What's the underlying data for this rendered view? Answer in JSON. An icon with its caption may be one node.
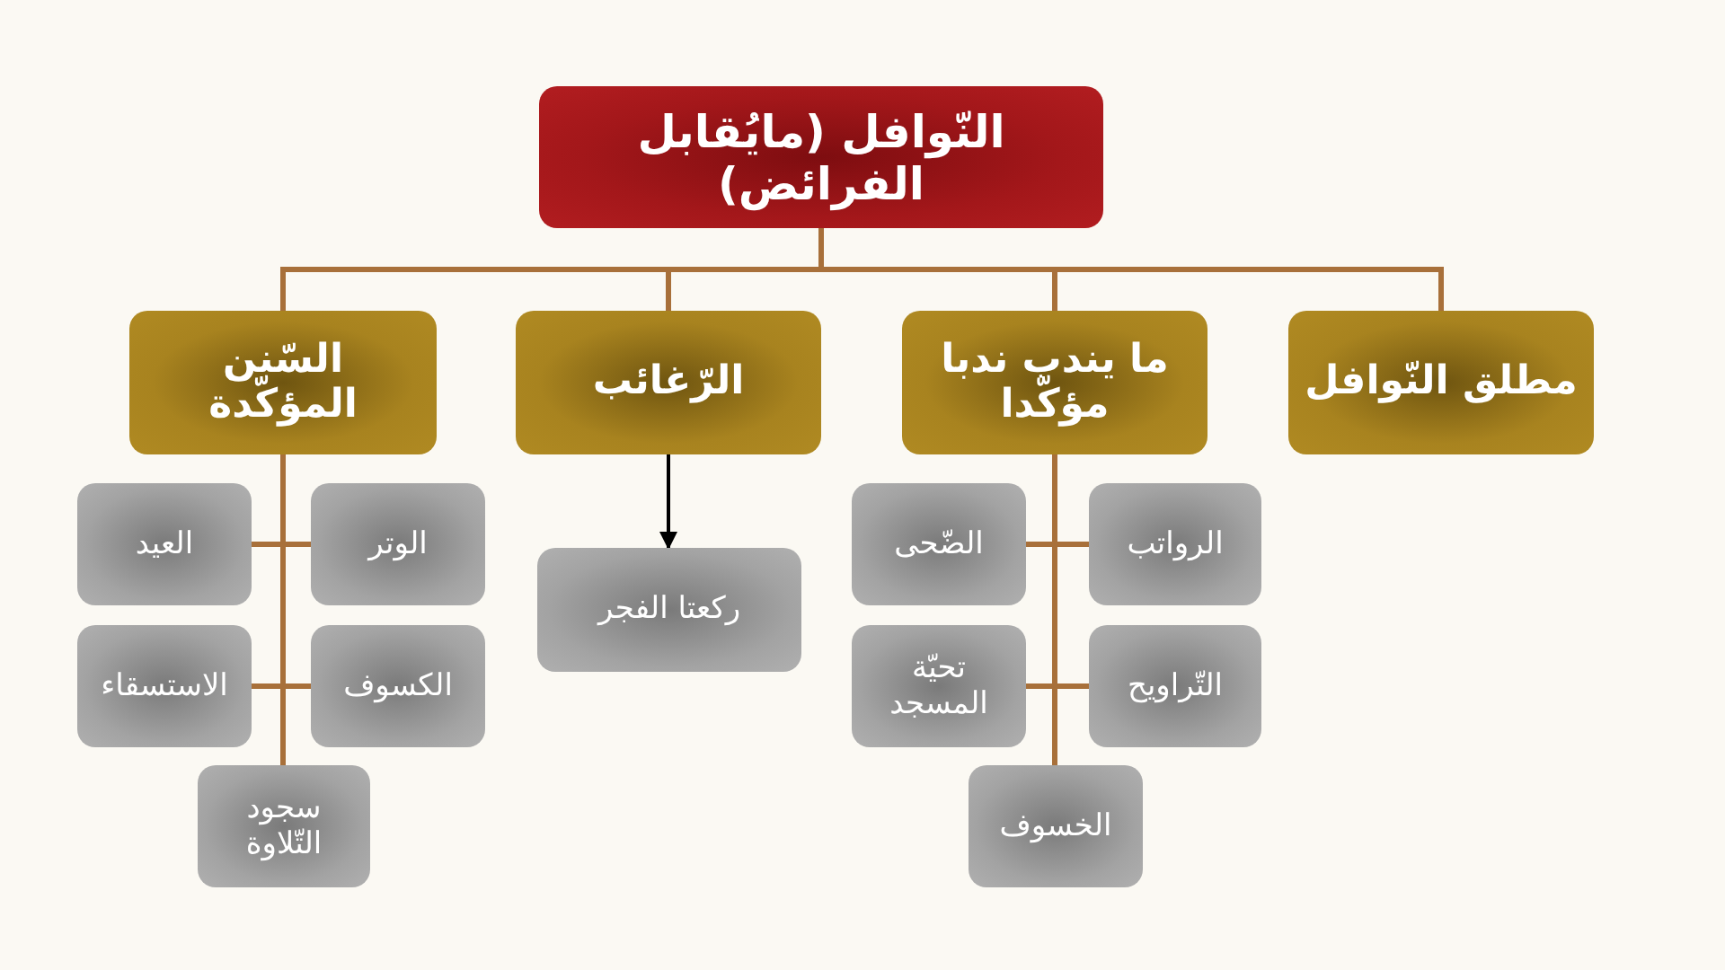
{
  "diagram": {
    "nodes": [
      {
        "text": [
          "النّوافل (مايُقابل الفرائض)"
        ]
      },
      {
        "text": [
          "مطلق النّوافل"
        ]
      },
      {
        "text": [
          "ما يندب ندبا مؤكّدا"
        ]
      },
      {
        "text": [
          "الرّغائب"
        ]
      },
      {
        "text": [
          "السّنن المؤكّدة"
        ]
      },
      {
        "text": [
          "الرواتب"
        ]
      },
      {
        "text": [
          "الضّحى"
        ]
      },
      {
        "text": [
          "التّراويح"
        ]
      },
      {
        "text": [
          "تحيّة المسجد"
        ]
      },
      {
        "text": [
          "الخسوف"
        ]
      },
      {
        "text": [
          "ركعتا الفجر"
        ]
      },
      {
        "text": [
          "الوتر"
        ]
      },
      {
        "text": [
          "العيد"
        ]
      },
      {
        "text": [
          "الكسوف"
        ]
      },
      {
        "text": [
          "الاستسقاء"
        ]
      },
      {
        "text": [
          "سجود التّلاوة"
        ]
      }
    ],
    "edges": [
      {
        "from": 0,
        "to": 1,
        "arrow": "none"
      },
      {
        "from": 0,
        "to": 2,
        "arrow": "none"
      },
      {
        "from": 0,
        "to": 3,
        "arrow": "none"
      },
      {
        "from": 0,
        "to": 4,
        "arrow": "none"
      },
      {
        "from": 2,
        "to": 5,
        "arrow": "none"
      },
      {
        "from": 2,
        "to": 6,
        "arrow": "none"
      },
      {
        "from": 2,
        "to": 7,
        "arrow": "none"
      },
      {
        "from": 2,
        "to": 8,
        "arrow": "none"
      },
      {
        "from": 2,
        "to": 9,
        "arrow": "none"
      },
      {
        "from": 3,
        "to": 10,
        "arrow": "to",
        "color": "#000000"
      },
      {
        "from": 4,
        "to": 11,
        "arrow": "none"
      },
      {
        "from": 4,
        "to": 12,
        "arrow": "none"
      },
      {
        "from": 4,
        "to": 13,
        "arrow": "none"
      },
      {
        "from": 4,
        "to": 14,
        "arrow": "none"
      },
      {
        "from": 4,
        "to": 15,
        "arrow": "none"
      }
    ]
  }
}
